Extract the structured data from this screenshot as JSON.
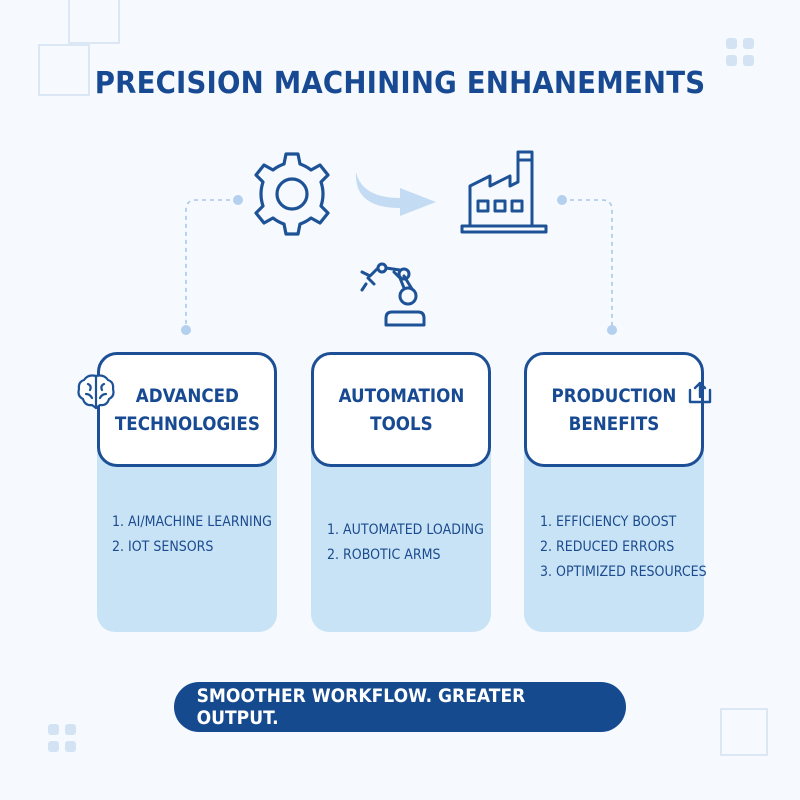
{
  "title": "PRECISION MACHINING ENHANEMENTS",
  "icons": {
    "gear": "gear-icon",
    "arrow": "arrow-right-icon",
    "factory": "factory-icon",
    "robot_arm": "robotic-arm-icon",
    "brain": "brain-icon",
    "export": "export-icon"
  },
  "cards": [
    {
      "title": "ADVANCED\nTECHNOLOGIES",
      "items": [
        "1. AI/MACHINE LEARNING",
        "2. IOT SENSORS"
      ]
    },
    {
      "title": "AUTOMATION\nTOOLS",
      "items": [
        "1. AUTOMATED LOADING",
        "2. ROBOTIC ARMS"
      ]
    },
    {
      "title": "PRODUCTION\nBENEFITS",
      "items": [
        "1. EFFICIENCY BOOST",
        "2. REDUCED ERRORS",
        "3. OPTIMIZED RESOURCES"
      ]
    }
  ],
  "banner": "SMOOTHER WORKFLOW. GREATER OUTPUT.",
  "colors": {
    "primary": "#174a92",
    "card_fill": "#c9e3f6",
    "background": "#f6f9fd",
    "connector": "#a9c8ea"
  }
}
